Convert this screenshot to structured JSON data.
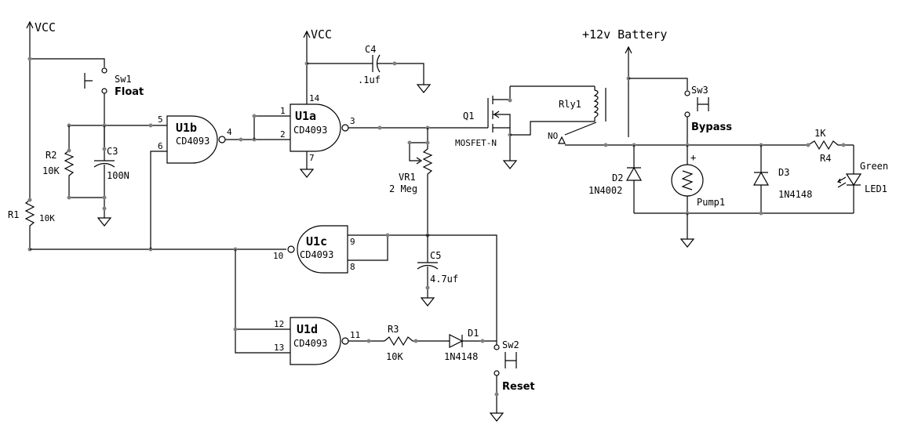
{
  "power": {
    "vcc_left": "VCC",
    "vcc_mid": "VCC",
    "battery": "+12v Battery"
  },
  "gates": {
    "u1a": {
      "name": "U1a",
      "part": "CD4093",
      "pins": {
        "p1": "1",
        "p2": "2",
        "p3": "3",
        "p14": "14",
        "p7": "7"
      }
    },
    "u1b": {
      "name": "U1b",
      "part": "CD4093",
      "pins": {
        "p5": "5",
        "p6": "6",
        "p4": "4"
      }
    },
    "u1c": {
      "name": "U1c",
      "part": "CD4093",
      "pins": {
        "p9": "9",
        "p8": "8",
        "p10": "10"
      }
    },
    "u1d": {
      "name": "U1d",
      "part": "CD4093",
      "pins": {
        "p12": "12",
        "p13": "13",
        "p11": "11"
      }
    }
  },
  "components": {
    "sw1": {
      "ref": "Sw1",
      "label": "Float"
    },
    "sw2": {
      "ref": "Sw2",
      "label": "Reset"
    },
    "sw3": {
      "ref": "Sw3",
      "label": "Bypass"
    },
    "r1": {
      "ref": "R1",
      "value": "10K"
    },
    "r2": {
      "ref": "R2",
      "value": "10K"
    },
    "r3": {
      "ref": "R3",
      "value": "10K"
    },
    "r4": {
      "ref": "R4",
      "value": "1K"
    },
    "c3": {
      "ref": "C3",
      "value": "100N"
    },
    "c4": {
      "ref": "C4",
      "value": ".1uf"
    },
    "c5": {
      "ref": "C5",
      "value": "4.7uf"
    },
    "vr1": {
      "ref": "VR1",
      "value": "2 Meg"
    },
    "q1": {
      "ref": "Q1",
      "value": "MOSFET-N"
    },
    "rly1": {
      "ref": "Rly1",
      "contact": "NO"
    },
    "d1": {
      "ref": "D1",
      "value": "1N4148"
    },
    "d2": {
      "ref": "D2",
      "value": "1N4002"
    },
    "d3": {
      "ref": "D3",
      "value": "1N4148"
    },
    "led1": {
      "ref": "LED1",
      "color": "Green"
    },
    "pump1": {
      "ref": "Pump1",
      "polarity": "+"
    }
  }
}
